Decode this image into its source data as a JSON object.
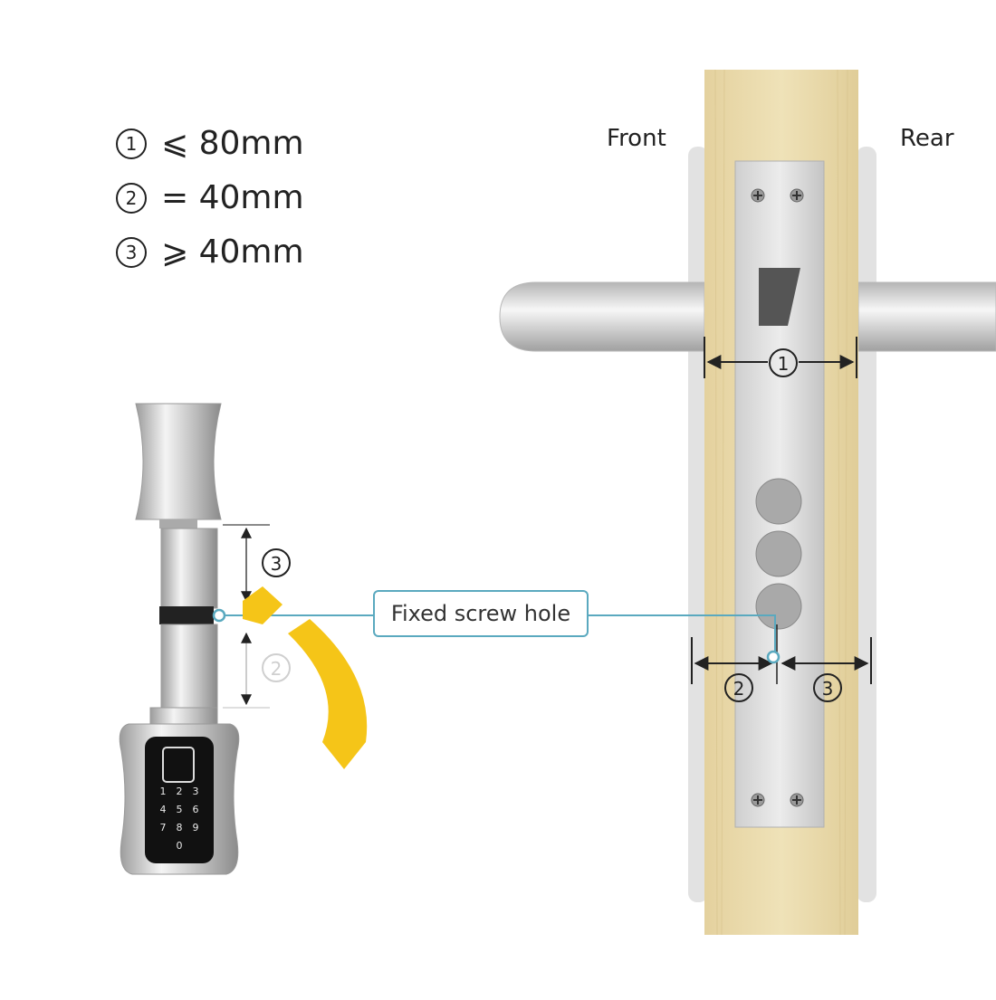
{
  "specs": [
    {
      "num": "1",
      "text": "⩽ 80mm"
    },
    {
      "num": "2",
      "text": "= 40mm"
    },
    {
      "num": "3",
      "text": "⩾ 40mm"
    }
  ],
  "labels": {
    "front": "Front",
    "rear": "Rear",
    "callout": "Fixed screw hole"
  },
  "markers": {
    "one": "1",
    "two": "2",
    "three": "3"
  },
  "keypad": [
    "1",
    "2",
    "3",
    "4",
    "5",
    "6",
    "7",
    "8",
    "9",
    "0"
  ],
  "icons": {
    "knob": "thumb-knob-icon",
    "handle": "lever-handle-icon",
    "screw": "screw-icon",
    "fingerprint": "fingerprint-icon"
  },
  "colors": {
    "accent": "#5aa9bf",
    "wood": "#eadcae",
    "key": "#f5c518",
    "dimension": "#222222"
  }
}
